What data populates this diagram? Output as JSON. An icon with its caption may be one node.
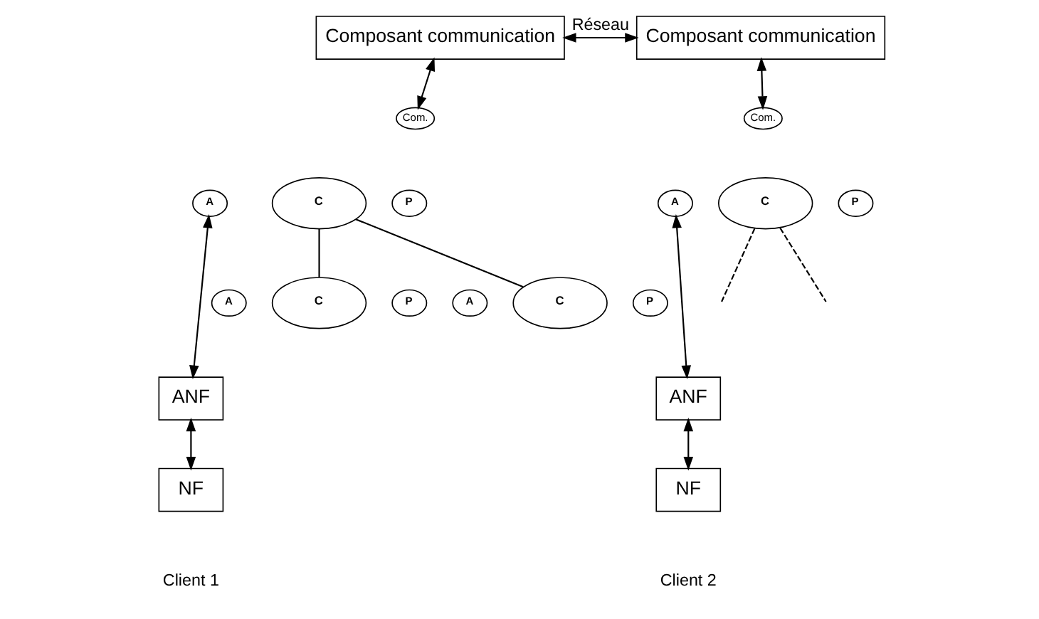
{
  "diagram": {
    "nodes": [
      {
        "text": [
          "Composant communication"
        ]
      },
      {
        "text": [
          "Composant communication"
        ]
      },
      {
        "text": [
          "Com."
        ]
      },
      {
        "text": [
          "A"
        ]
      },
      {
        "text": [
          "C"
        ]
      },
      {
        "text": [
          "P"
        ]
      },
      {
        "text": [
          "A"
        ]
      },
      {
        "text": [
          "C"
        ]
      },
      {
        "text": [
          "P"
        ]
      },
      {
        "text": [
          "A"
        ]
      },
      {
        "text": [
          "C"
        ]
      },
      {
        "text": [
          "P"
        ]
      },
      {
        "text": [
          "ANF"
        ]
      },
      {
        "text": [
          "NF"
        ]
      },
      {
        "text": [
          "Com."
        ]
      },
      {
        "text": [
          "A"
        ]
      },
      {
        "text": [
          "C"
        ]
      },
      {
        "text": [
          "P"
        ]
      },
      {
        "text": [
          "ANF"
        ]
      },
      {
        "text": [
          "NF"
        ]
      }
    ],
    "edges": [
      {
        "from": 0,
        "to": 1,
        "arrow": "both",
        "label": "Réseau"
      },
      {
        "from": 0,
        "to": 2,
        "arrow": "both"
      },
      {
        "from": 1,
        "to": 14,
        "arrow": "both"
      },
      {
        "from": 3,
        "to": 12,
        "arrow": "both"
      },
      {
        "from": 12,
        "to": 13,
        "arrow": "both"
      },
      {
        "from": 4,
        "to": 7,
        "arrow": "none"
      },
      {
        "from": 4,
        "to": 10,
        "arrow": "none"
      },
      {
        "from": 15,
        "to": 18,
        "arrow": "both"
      },
      {
        "from": 18,
        "to": 19,
        "arrow": "both"
      },
      {
        "from": 16,
        "to": null,
        "arrow": "none",
        "style": "dashed"
      },
      {
        "from": 16,
        "to": null,
        "arrow": "none",
        "style": "dashed"
      }
    ],
    "labels": [
      "Client 1",
      "Client 2"
    ]
  }
}
